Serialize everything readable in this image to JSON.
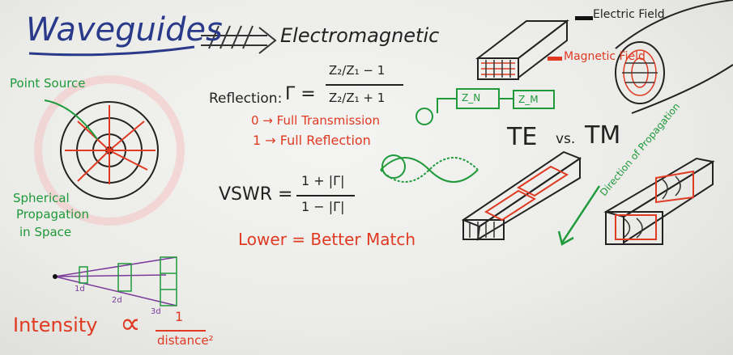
{
  "title": {
    "main": "Waveguides",
    "sub": "Electromagnetic"
  },
  "legend": {
    "electric": "Electric Field",
    "magnetic": "Magnetic Field"
  },
  "point_source": {
    "label": "Point Source",
    "spherical": [
      "Spherical",
      "Propagation",
      "in Space"
    ]
  },
  "reflection": {
    "label": "Reflection:",
    "symbol": "Γ =",
    "num": "Z₂/Z₁ − 1",
    "den": "Z₂/Z₁ + 1",
    "zero": "0 → Full Transmission",
    "one": "1 → Full Reflection"
  },
  "impedance": {
    "z1": "Z_N",
    "z2": "Z_M"
  },
  "mode_compare": {
    "te": "TE",
    "vs": "vs.",
    "tm": "TM",
    "direction": "Direction of Propagation"
  },
  "vswr": {
    "lhs": "VSWR =",
    "num": "1 + |Γ|",
    "den": "1 − |Γ|",
    "note": "Lower = Better Match"
  },
  "intensity": {
    "label": "Intensity",
    "prop": "∝",
    "num": "1",
    "den": "distance²",
    "distances": [
      "1d",
      "2d",
      "3d"
    ]
  },
  "colors": {
    "blue": "#2a3a8a",
    "red": "#e03a22",
    "green": "#1f9a3a",
    "purple": "#7a3a9a",
    "black": "#222222"
  }
}
